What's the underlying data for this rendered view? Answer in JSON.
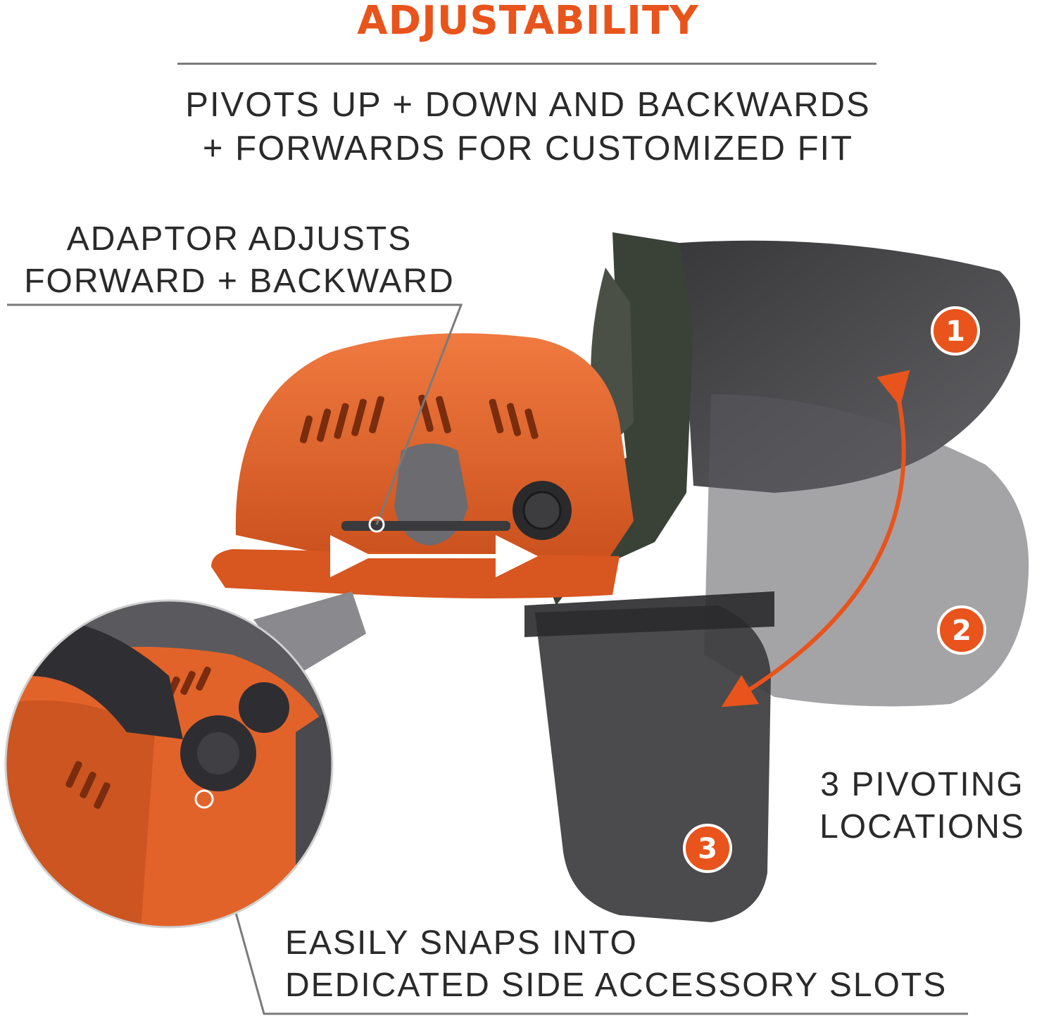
{
  "title": "ADJUSTABILITY",
  "subtitle": {
    "line1": "PIVOTS UP + DOWN AND BACKWARDS",
    "line2": "+ FORWARDS FOR CUSTOMIZED FIT"
  },
  "callouts": {
    "adaptor": {
      "line1": "ADAPTOR ADJUSTS",
      "line2": "FORWARD + BACKWARD"
    },
    "pivot": {
      "line1": "3 PIVOTING",
      "line2": "LOCATIONS"
    },
    "snap": {
      "line1": "EASILY SNAPS INTO",
      "line2": "DEDICATED SIDE ACCESSORY SLOTS"
    }
  },
  "badges": [
    "1",
    "2",
    "3"
  ],
  "colors": {
    "accent": "#e8541c",
    "text": "#2a2a2a",
    "rule": "#7a7a7a",
    "helmet": "#e2632a",
    "visor": "#3c3c3e"
  }
}
